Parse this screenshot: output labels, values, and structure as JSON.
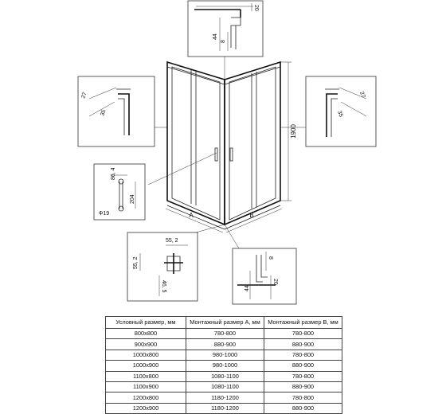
{
  "labels": {
    "top_detail": {
      "dim_a": "20",
      "dim_b": "44",
      "dim_c": "8"
    },
    "left_detail": {
      "dim_a": "27",
      "dim_b": "35"
    },
    "right_detail": {
      "dim_a": "27",
      "dim_b": "35"
    },
    "handle_detail": {
      "dim_a": "86, 4",
      "dim_b": "204",
      "dim_c": "Ф19"
    },
    "corner_detail": {
      "dim_a": "55, 2",
      "dim_b": "55, 2",
      "dim_c": "46, 5"
    },
    "bottom_detail": {
      "dim_a": "8",
      "dim_b": "44",
      "dim_c": "20"
    },
    "height": "1900",
    "side_a": "A",
    "side_b": "B"
  },
  "table": {
    "headers": [
      "Условный размер, мм",
      "Монтажный размер А, мм",
      "Монтажный размер В, мм"
    ],
    "rows": [
      [
        "800x800",
        "780-800",
        "780-800"
      ],
      [
        "900x900",
        "880-900",
        "880-900"
      ],
      [
        "1000x800",
        "980-1000",
        "780-800"
      ],
      [
        "1000x900",
        "980-1000",
        "880-900"
      ],
      [
        "1100x800",
        "1080-1100",
        "780-800"
      ],
      [
        "1100x900",
        "1080-1100",
        "880-900"
      ],
      [
        "1200x800",
        "1180-1200",
        "780-800"
      ],
      [
        "1200x900",
        "1180-1200",
        "880-900"
      ]
    ]
  }
}
